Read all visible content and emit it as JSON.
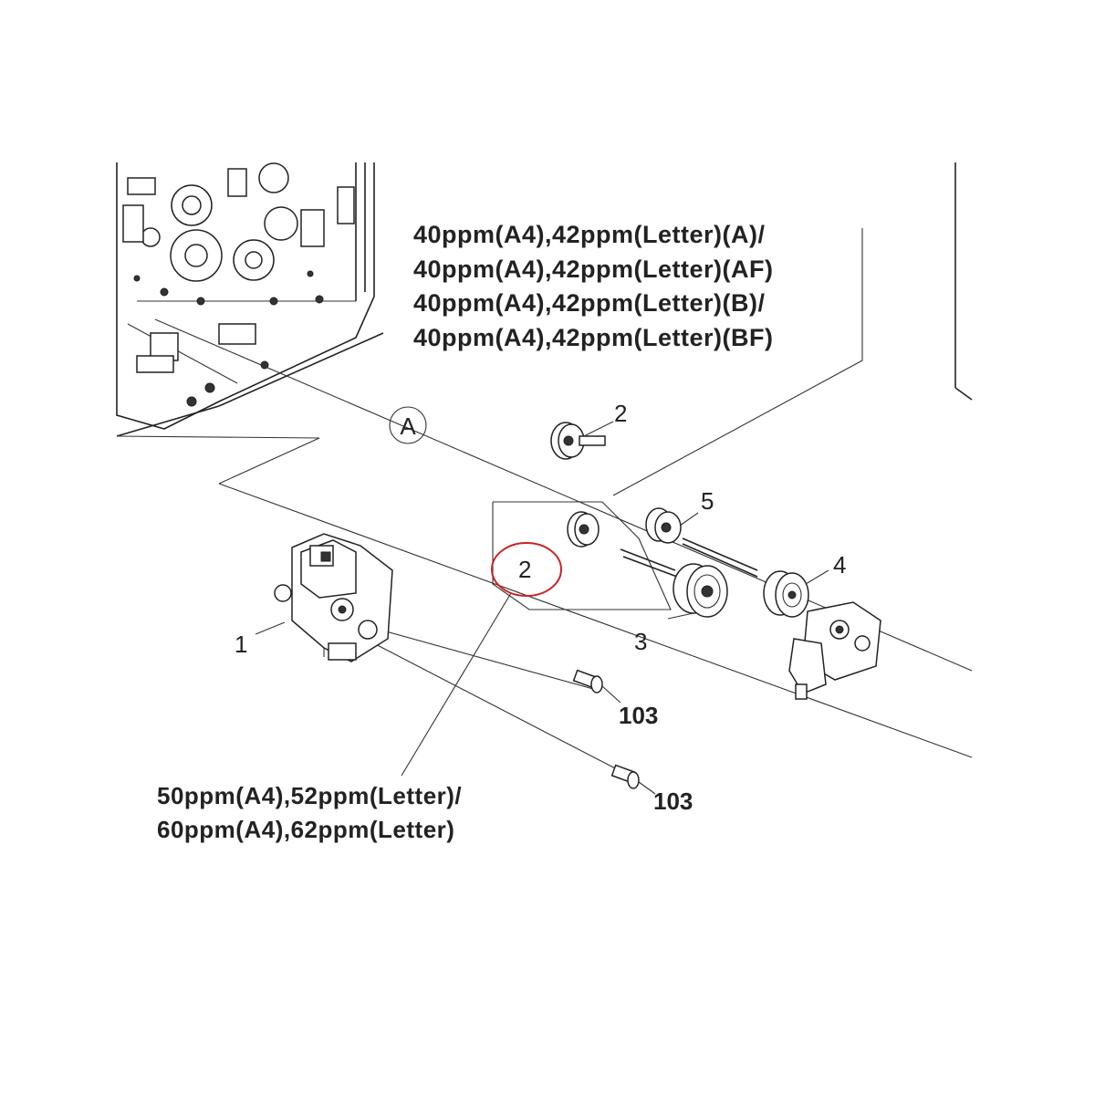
{
  "top_caption": [
    "40ppm(A4),42ppm(Letter)(A)/",
    "40ppm(A4),42ppm(Letter)(AF)",
    "40ppm(A4),42ppm(Letter)(B)/",
    "40ppm(A4),42ppm(Letter)(BF)"
  ],
  "bottom_caption": [
    "50ppm(A4),52ppm(Letter)/",
    "60ppm(A4),62ppm(Letter)"
  ],
  "callouts": {
    "reference_a": "A",
    "part_1": "1",
    "part_2_upper": "2",
    "part_2_highlighted": "2",
    "part_3": "3",
    "part_4": "4",
    "part_5": "5",
    "screw_103_upper": "103",
    "screw_103_lower": "103"
  },
  "colors": {
    "highlight_circle": "#cc2222",
    "linework": "#222222"
  }
}
